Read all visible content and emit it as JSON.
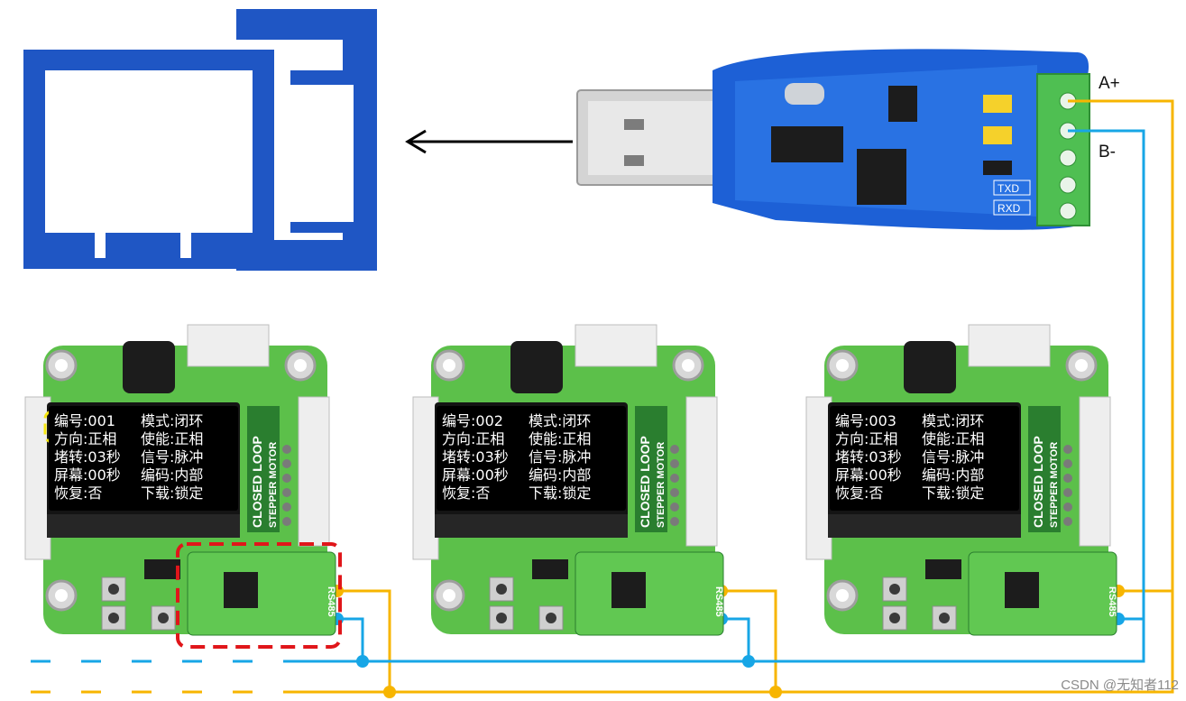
{
  "colors": {
    "computer": "#1f56c4",
    "line_a": "#f7b500",
    "line_b": "#17a6e6",
    "pcb_green": "#5cc04a",
    "pcb_dark": "#2a7e2f",
    "usb_board": "#1d60d6",
    "terminal": "#4fbf52",
    "highlight_red": "#e0161a",
    "highlight_yellow": "#f5e612"
  },
  "usb_adapter": {
    "terminal_labels": [
      "A+",
      "B-"
    ],
    "led_labels": [
      "TXD",
      "RXD"
    ]
  },
  "boards": [
    {
      "name": "board-1",
      "display": {
        "rows": [
          [
            "编号:001",
            "模式:闭环"
          ],
          [
            "方向:正相",
            "使能:正相"
          ],
          [
            "堵转:03秒",
            "信号:脉冲"
          ],
          [
            "屏幕:00秒",
            "编码:内部"
          ],
          [
            "恢复:否",
            "下载:锁定"
          ]
        ]
      },
      "side_text": [
        "CLOSED LOOP",
        "STEPPER MOTOR"
      ],
      "module_label": "RS485"
    },
    {
      "name": "board-2",
      "display": {
        "rows": [
          [
            "编号:002",
            "模式:闭环"
          ],
          [
            "方向:正相",
            "使能:正相"
          ],
          [
            "堵转:03秒",
            "信号:脉冲"
          ],
          [
            "屏幕:00秒",
            "编码:内部"
          ],
          [
            "恢复:否",
            "下载:锁定"
          ]
        ]
      },
      "side_text": [
        "CLOSED LOOP",
        "STEPPER MOTOR"
      ],
      "module_label": "RS485"
    },
    {
      "name": "board-3",
      "display": {
        "rows": [
          [
            "编号:003",
            "模式:闭环"
          ],
          [
            "方向:正相",
            "使能:正相"
          ],
          [
            "堵转:03秒",
            "信号:脉冲"
          ],
          [
            "屏幕:00秒",
            "编码:内部"
          ],
          [
            "恢复:否",
            "下载:锁定"
          ]
        ]
      },
      "side_text": [
        "CLOSED LOOP",
        "STEPPER MOTOR"
      ],
      "module_label": "RS485"
    }
  ],
  "watermark": "CSDN @无知者112"
}
